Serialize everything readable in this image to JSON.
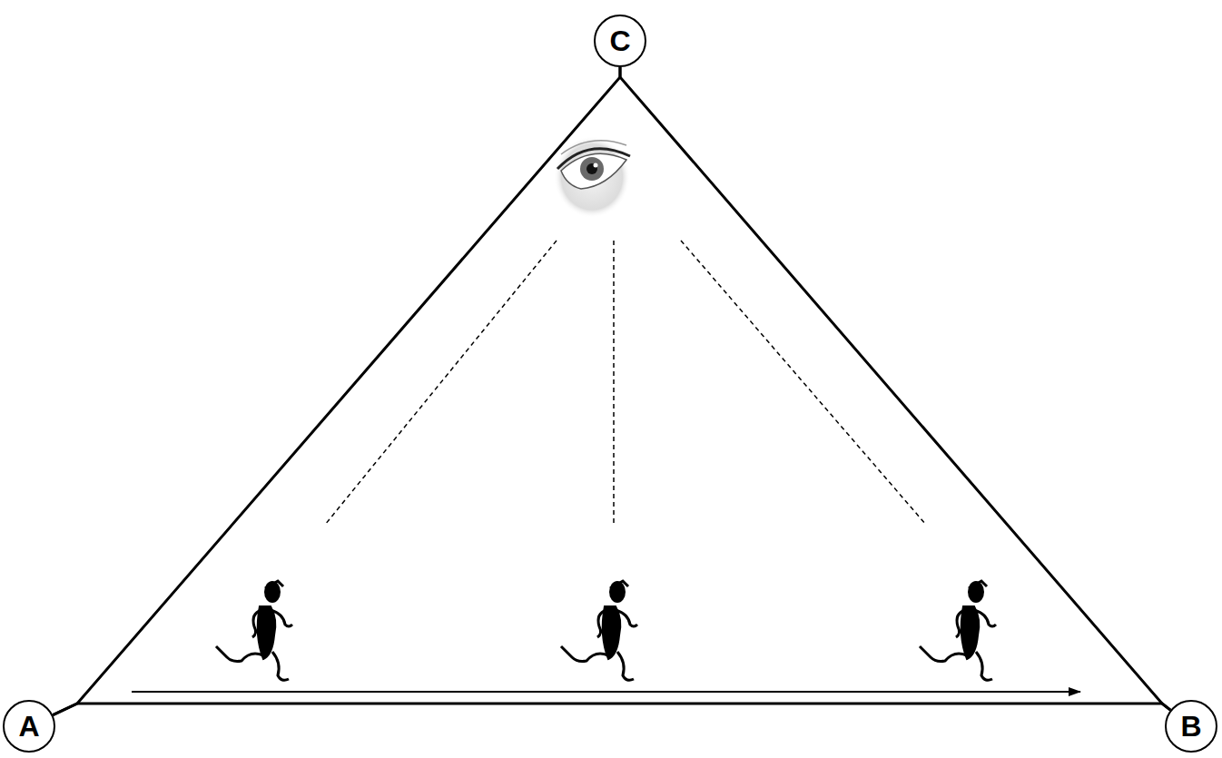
{
  "diagram": {
    "nodes": [
      {
        "text": [
          "C"
        ]
      },
      {
        "text": [
          "A"
        ]
      },
      {
        "text": [
          "B"
        ]
      }
    ],
    "edges": [
      {
        "from": 1,
        "to": 2,
        "arrow": "none"
      },
      {
        "from": 1,
        "to": 0,
        "arrow": "none"
      },
      {
        "from": 0,
        "to": 2,
        "arrow": "none"
      }
    ]
  }
}
